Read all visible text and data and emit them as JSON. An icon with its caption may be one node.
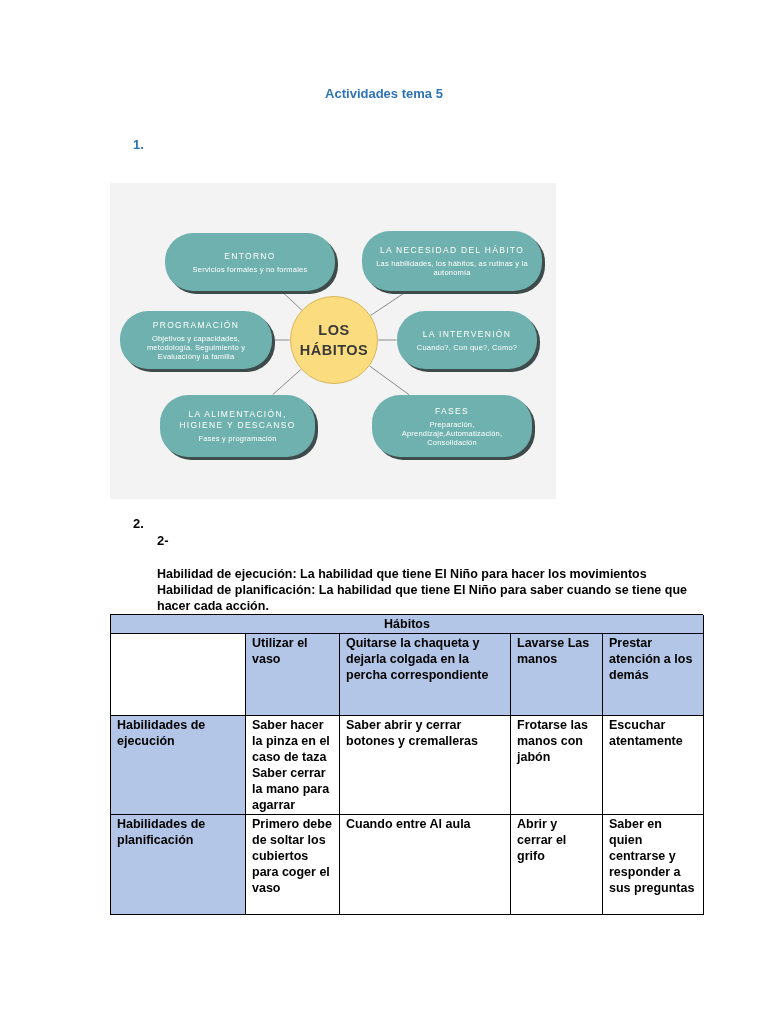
{
  "diagram": {
    "title": "Actividades tema 5",
    "nodes": [
      {
        "text": [
          "LOS HÁBITOS"
        ]
      },
      {
        "text": [
          "ENTORNO",
          "Servicios formales y no formales"
        ]
      },
      {
        "text": [
          "LA NECESIDAD DEL HÁBITO",
          "Las habilidades, los hábitos, as rutinas y la autonomía"
        ]
      },
      {
        "text": [
          "PROGRAMACIÓN",
          "Objetivos y capacidades, metodología. Seguimiento y Evaluacióny la familia"
        ]
      },
      {
        "text": [
          "LA INTERVENIÓN",
          "Cuando?, Con que?, Como?"
        ]
      },
      {
        "text": [
          "LA ALIMENTACIÓN, HIGIENE Y DESCANSO",
          "Fases y programación"
        ]
      },
      {
        "text": [
          "FASES",
          "Preparación, Aprendizaje,Automatización, Consolidación"
        ]
      }
    ],
    "edges": [
      {
        "from": 0,
        "to": 1,
        "arrow": "none"
      },
      {
        "from": 0,
        "to": 2,
        "arrow": "none"
      },
      {
        "from": 0,
        "to": 3,
        "arrow": "none"
      },
      {
        "from": 0,
        "to": 4,
        "arrow": "none"
      },
      {
        "from": 0,
        "to": 5,
        "arrow": "none"
      },
      {
        "from": 0,
        "to": 6,
        "arrow": "none"
      }
    ],
    "labels": [
      "1.",
      "2.",
      "2-",
      "Habilidad de ejecución: La habilidad que tiene El Niño para hacer los movimientos",
      "Habilidad de planificación: La habilidad que tiene El Niño para saber cuando se tiene que hacer cada acción.",
      "Hábitos",
      "Utilizar el vaso",
      "Quitarse la chaqueta y dejarla colgada en la percha correspondiente",
      "Lavarse Las manos",
      "Prestar atención a los demás",
      "Habilidades de ejecución",
      "Saber hacer la pinza en el caso de taza Saber cerrar la mano para agarrar",
      "Saber abrir y cerrar botones y cremalleras",
      "Frotarse las manos con jabón",
      "Escuchar atentamente",
      "Habilidades de planificación",
      "Primero debe de soltar los cubiertos para coger el vaso",
      "Cuando entre Al aula",
      "Abrir y cerrar el grifo",
      "Saber en quien centrarse y responder a sus preguntas"
    ]
  }
}
